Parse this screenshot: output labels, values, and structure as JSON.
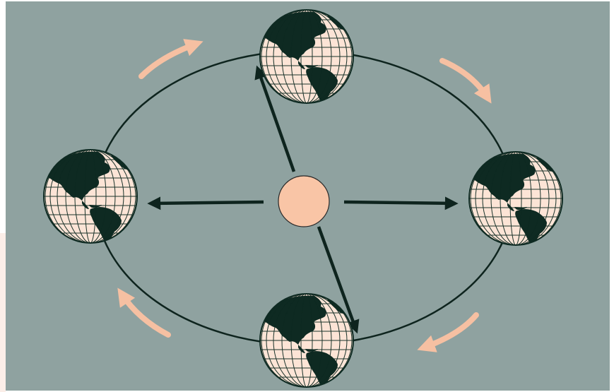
{
  "diagram": {
    "background_color": "#8fa2a0",
    "orbit_color": "#0e241e",
    "sun_color": "#f9c5a6",
    "ocean_color": "#fce4d6",
    "land_color": "#0e2a22",
    "curved_arrow_color": "#f6c0a2",
    "globes": [
      "top-globe",
      "right-globe",
      "bottom-globe",
      "left-globe"
    ],
    "icons": [
      "sun-icon",
      "globe-icon",
      "straight-arrow-icon",
      "curved-arrow-icon"
    ]
  }
}
